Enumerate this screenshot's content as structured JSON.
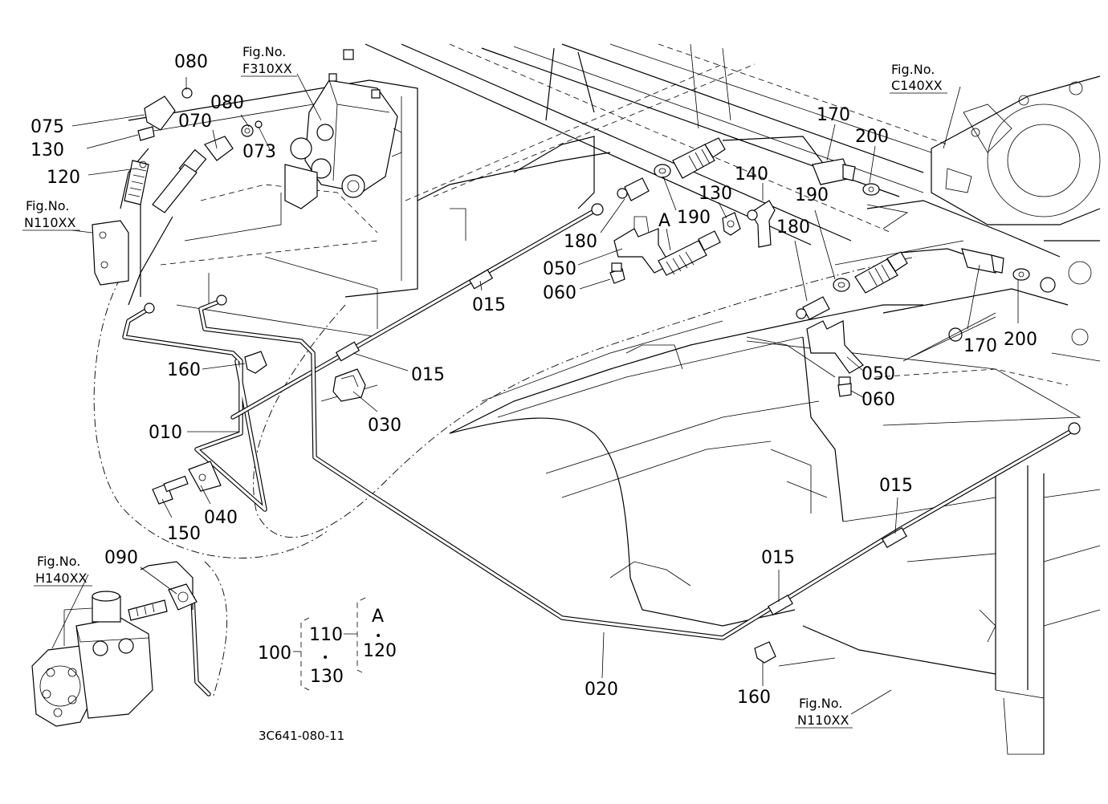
{
  "drawing_number": "3C641-080-11",
  "fig_refs": [
    {
      "id": "f310",
      "line1": "Fig.No.",
      "line2": "F310XX"
    },
    {
      "id": "c140",
      "line1": "Fig.No.",
      "line2": "C140XX"
    },
    {
      "id": "n110a",
      "line1": "Fig.No.",
      "line2": "N110XX"
    },
    {
      "id": "h140",
      "line1": "Fig.No.",
      "line2": "H140XX"
    },
    {
      "id": "n110b",
      "line1": "Fig.No.",
      "line2": "N110XX"
    }
  ],
  "callouts": [
    {
      "id": "c080a",
      "text": "080"
    },
    {
      "id": "c075",
      "text": "075"
    },
    {
      "id": "c130a",
      "text": "130"
    },
    {
      "id": "c120",
      "text": "120"
    },
    {
      "id": "c080b",
      "text": "080"
    },
    {
      "id": "c070",
      "text": "070"
    },
    {
      "id": "c073",
      "text": "073"
    },
    {
      "id": "c170a",
      "text": "170"
    },
    {
      "id": "c200a",
      "text": "200"
    },
    {
      "id": "c140",
      "text": "140"
    },
    {
      "id": "c130b",
      "text": "130"
    },
    {
      "id": "c190a",
      "text": "190"
    },
    {
      "id": "cA",
      "text": "A"
    },
    {
      "id": "c180a",
      "text": "180"
    },
    {
      "id": "c050a",
      "text": "050"
    },
    {
      "id": "c060a",
      "text": "060"
    },
    {
      "id": "c190b",
      "text": "190"
    },
    {
      "id": "c180b",
      "text": "180"
    },
    {
      "id": "c170b",
      "text": "170"
    },
    {
      "id": "c200b",
      "text": "200"
    },
    {
      "id": "c050b",
      "text": "050"
    },
    {
      "id": "c060b",
      "text": "060"
    },
    {
      "id": "c015a",
      "text": "015"
    },
    {
      "id": "c015b",
      "text": "015"
    },
    {
      "id": "c015c",
      "text": "015"
    },
    {
      "id": "c015d",
      "text": "015"
    },
    {
      "id": "c160a",
      "text": "160"
    },
    {
      "id": "c030",
      "text": "030"
    },
    {
      "id": "c010",
      "text": "010"
    },
    {
      "id": "c040",
      "text": "040"
    },
    {
      "id": "c150",
      "text": "150"
    },
    {
      "id": "c090",
      "text": "090"
    },
    {
      "id": "c020",
      "text": "020"
    },
    {
      "id": "c160b",
      "text": "160"
    }
  ],
  "kit_legend": {
    "kit": "100",
    "item_a": "110",
    "item_b": "130",
    "sub_label": "A",
    "sub_item": "120",
    "dot": "•"
  }
}
